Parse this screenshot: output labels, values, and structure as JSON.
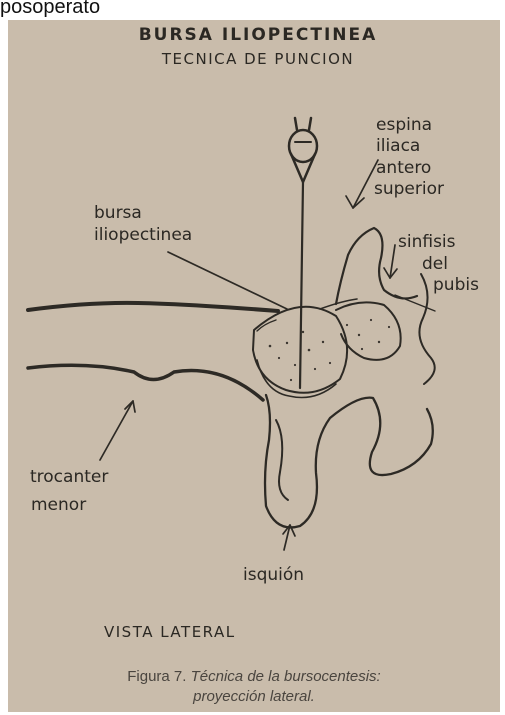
{
  "header_fragment": "posoperato",
  "diagram": {
    "title": "BURSA ILIOPECTINEA",
    "subtitle": "TECNICA DE PUNCION",
    "labels": {
      "espina_line1": "espina",
      "espina_line2": "iliaca",
      "espina_line3": "antero",
      "espina_line4": "superior",
      "sinfisis_line1": "sinfisis",
      "sinfisis_line2": "del",
      "sinfisis_line3": "pubis",
      "bursa_line1": "bursa",
      "bursa_line2": "iliopectinea",
      "trocanter_line1": "trocanter",
      "trocanter_line2": "menor",
      "isquion": "isquión"
    },
    "view_label": "VISTA LATERAL"
  },
  "caption": {
    "prefix": "Figura 7.",
    "line1_italic": "Técnica de la bursocentesis:",
    "line2_italic": "proyección lateral."
  },
  "colors": {
    "paper": "#c9bcab",
    "ink": "#2d2a25",
    "caption": "#4a453f"
  }
}
